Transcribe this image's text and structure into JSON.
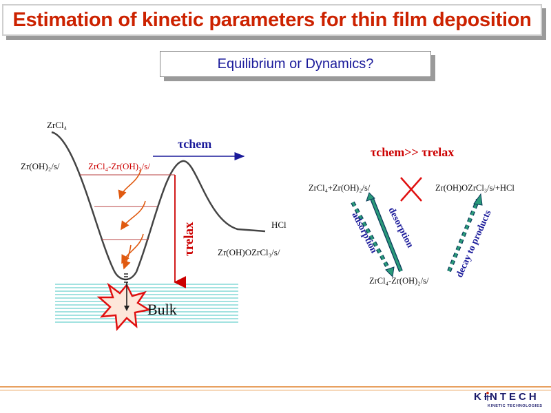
{
  "title": "Estimation of kinetic parameters for thin film deposition",
  "subtitle": "Equilibrium or Dynamics?",
  "diagram": {
    "zrcl4": "ZrCl₄",
    "zroh2": "Zr(OH)₂/s/",
    "complex_left": "ZrCl₄-Zr(OH)₂/s/",
    "tau_chem": "τchem",
    "tau_relax": "τrelax",
    "hcl": "HCl",
    "product": "Zr(OH)OZrCl₃/s/",
    "bulk": "Bulk",
    "relation": "τchem>> τrelax",
    "reactants_right": "ZrCl₄+Zr(OH)₂/s/",
    "products_right": "Zr(OH)OZrCl₃/s/+HCl",
    "complex_right": "ZrCl₄-Zr(OH)₂/s/",
    "adsorption": "adsorption",
    "desorption": "desorption",
    "decay": "decay to products"
  },
  "logo": {
    "main": "KINTECH",
    "sub": "KINETIC TECHNOLOGIES"
  },
  "colors": {
    "title": "#cc2200",
    "accent_blue": "#1a1a9a",
    "arrow_green": "#2a9a7a",
    "orange": "#e05a10",
    "bulk_lines": "#45c4c0",
    "cross_red": "#e01010"
  }
}
